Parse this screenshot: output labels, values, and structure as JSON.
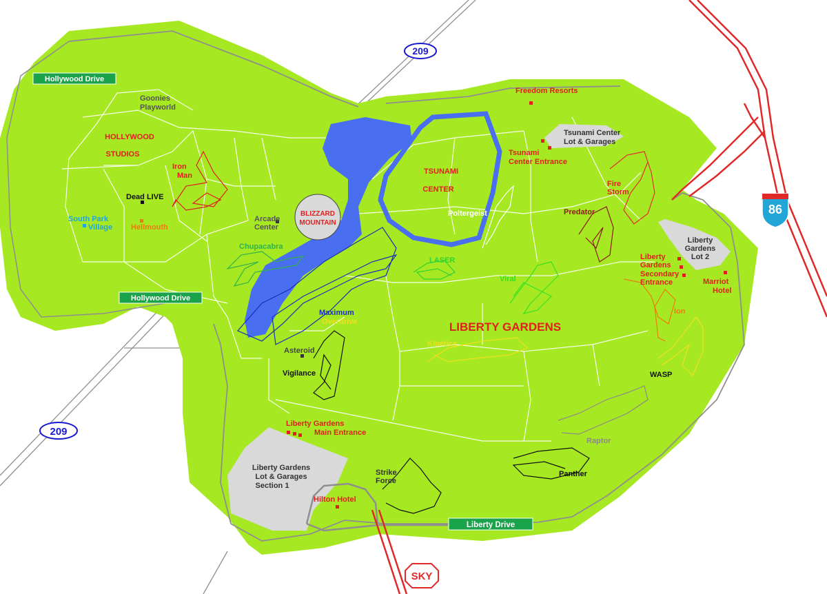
{
  "colors": {
    "park": "#a6e821",
    "water": "#4a6ef0",
    "road": "#e02828",
    "path": "#ffffff",
    "lot": "#d9d9d9",
    "sign_green": "#1aa34a",
    "label_red": "#e02020"
  },
  "shields": {
    "route209_top": "209",
    "route209_left": "209",
    "interstate": "86",
    "sky": "SKY"
  },
  "road_signs": {
    "hollywood_top": "Hollywood Drive",
    "hollywood_mid": "Hollywood Drive",
    "liberty": "Liberty Drive"
  },
  "areas": {
    "park_name": "LIBERTY GARDENS",
    "hollywood_studios_1": "HOLLYWOOD",
    "hollywood_studios_2": "STUDIOS",
    "tsunami_1": "TSUNAMI",
    "tsunami_2": "CENTER",
    "blizzard_1": "BLIZZARD",
    "blizzard_2": "MOUNTAIN"
  },
  "lots": {
    "tsunami_lot_1": "Tsunami Center",
    "tsunami_lot_2": "Lot & Garages",
    "lot2_1": "Liberty",
    "lot2_2": "Gardens",
    "lot2_3": "Lot 2",
    "section1_1": "Liberty Gardens",
    "section1_2": "Lot & Garages",
    "section1_3": "Section 1"
  },
  "places": {
    "goonies_1": "Goonies",
    "goonies_2": "Playworld",
    "dead_live": "Dead LIVE",
    "south_park_1": "South Park",
    "south_park_2": "Village",
    "hellmouth": "Hellmouth",
    "arcade_1": "Arcade",
    "arcade_2": "Center",
    "freedom": "Freedom Resorts",
    "tsunami_ent_1": "Tsunami",
    "tsunami_ent_2": "Center Entrance",
    "secondary_1": "Liberty",
    "secondary_2": "Gardens",
    "secondary_3": "Secondary",
    "secondary_4": "Entrance",
    "marriot_1": "Marriot",
    "marriot_2": "Hotel",
    "main_ent_1": "Liberty Gardens",
    "main_ent_2": "Main Entrance",
    "hilton": "Hilton Hotel"
  },
  "rides": {
    "iron_man_1": "Iron",
    "iron_man_2": "Man",
    "chupacabra": "Chupacabra",
    "maximum_1": "Maximum",
    "maximum_2": "Overdrive",
    "asteroid": "Asteroid",
    "vigilance": "Vigilance",
    "poltergeist": "Poltergeist",
    "laser": "LASER",
    "viral": "Viral",
    "kinetica": "Kinetica",
    "predator": "Predator",
    "firestorm_1": "Fire",
    "firestorm_2": "Storm",
    "ion": "Ion",
    "wasp": "WASP",
    "raptor": "Raptor",
    "panther": "Panther",
    "strike_1": "Strike",
    "strike_2": "Force"
  }
}
